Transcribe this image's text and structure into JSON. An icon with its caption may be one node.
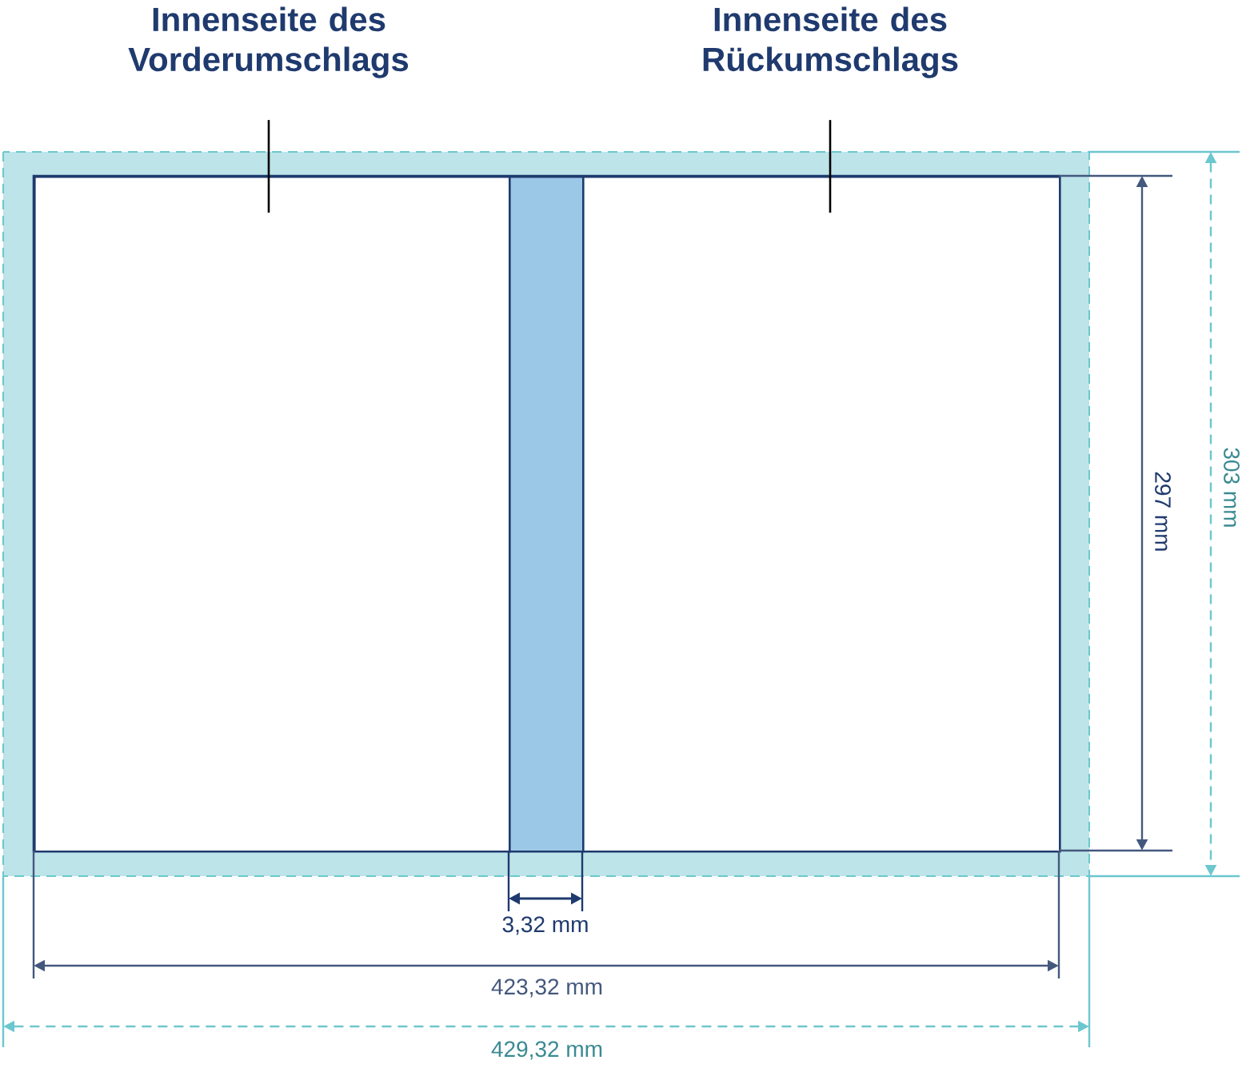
{
  "diagram": {
    "nodes": [
      {
        "text": [
          "Innenseite des Vorderumschlags"
        ]
      },
      {
        "text": [
          "Innenseite des Rückumschlags"
        ]
      },
      {
        "text": [],
        "shape": "box"
      },
      {
        "text": [],
        "shape": "bar"
      },
      {
        "text": [],
        "shape": "box"
      }
    ],
    "edges": [
      {
        "from": 0,
        "to": 2,
        "arrow": "none"
      },
      {
        "from": 1,
        "to": 4,
        "arrow": "none"
      }
    ],
    "labels": [
      "297 mm",
      "303 mm",
      "3,32 mm",
      "423,32 mm",
      "429,32 mm"
    ]
  }
}
